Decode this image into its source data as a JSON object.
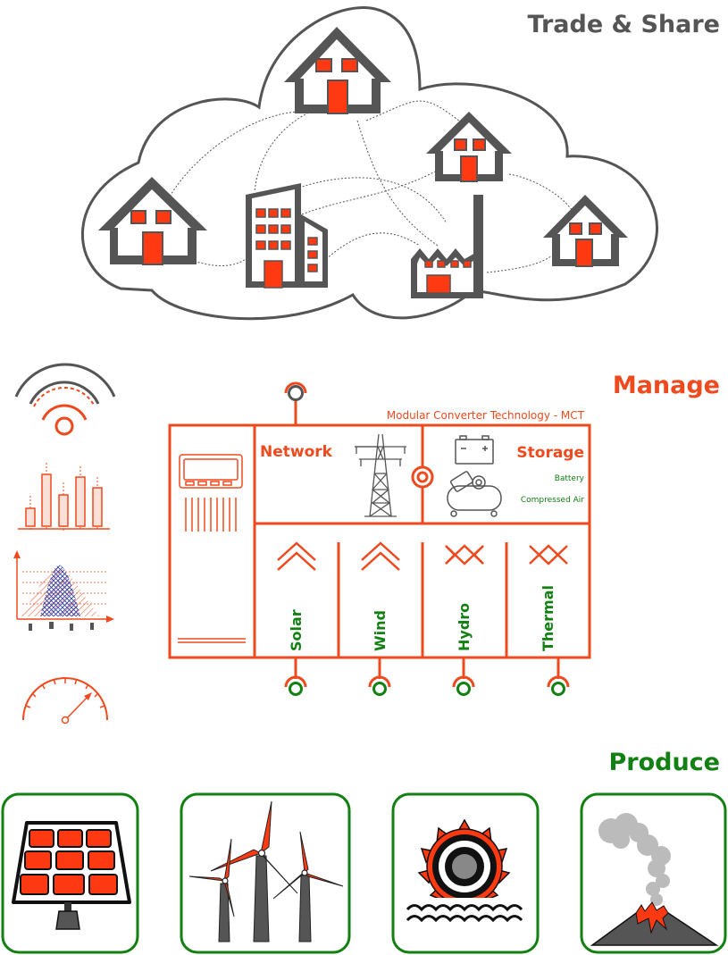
{
  "headings": {
    "trade_share": "Trade & Share",
    "manage": "Manage",
    "produce": "Produce"
  },
  "mct": {
    "title": "Modular Converter Technology - MCT",
    "network_label": "Network",
    "storage_label": "Storage",
    "storage_items": [
      "Battery",
      "Compressed Air"
    ],
    "sources": [
      "Solar",
      "Wind",
      "Hydro",
      "Thermal"
    ]
  },
  "colors": {
    "gray": "#555555",
    "orange": "#ee4a1e",
    "green": "#128012",
    "red_fill": "#ff3a12"
  },
  "icons": {
    "management": [
      "wifi-signal-icon",
      "bar-chart-icon",
      "scatter-plot-icon",
      "gauge-icon"
    ],
    "produce": [
      "solar-panel-icon",
      "wind-turbine-icon",
      "water-wheel-icon",
      "volcano-icon"
    ]
  }
}
